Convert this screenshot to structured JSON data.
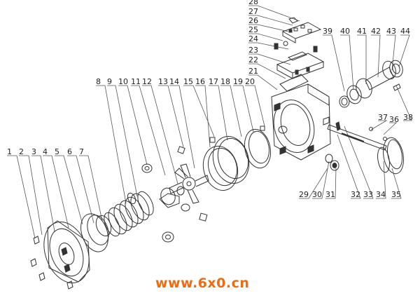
{
  "watermark": "www.6x0.cn",
  "callouts": [
    "1",
    "2",
    "3",
    "4",
    "5",
    "6",
    "7",
    "8",
    "9",
    "10",
    "11",
    "12",
    "13",
    "14",
    "15",
    "16",
    "17",
    "18",
    "19",
    "20",
    "21",
    "22",
    "23",
    "24",
    "25",
    "26",
    "27",
    "28",
    "29",
    "30",
    "31",
    "32",
    "33",
    "34",
    "35",
    "36",
    "37",
    "38",
    "39",
    "40",
    "41",
    "42",
    "43",
    "44"
  ]
}
